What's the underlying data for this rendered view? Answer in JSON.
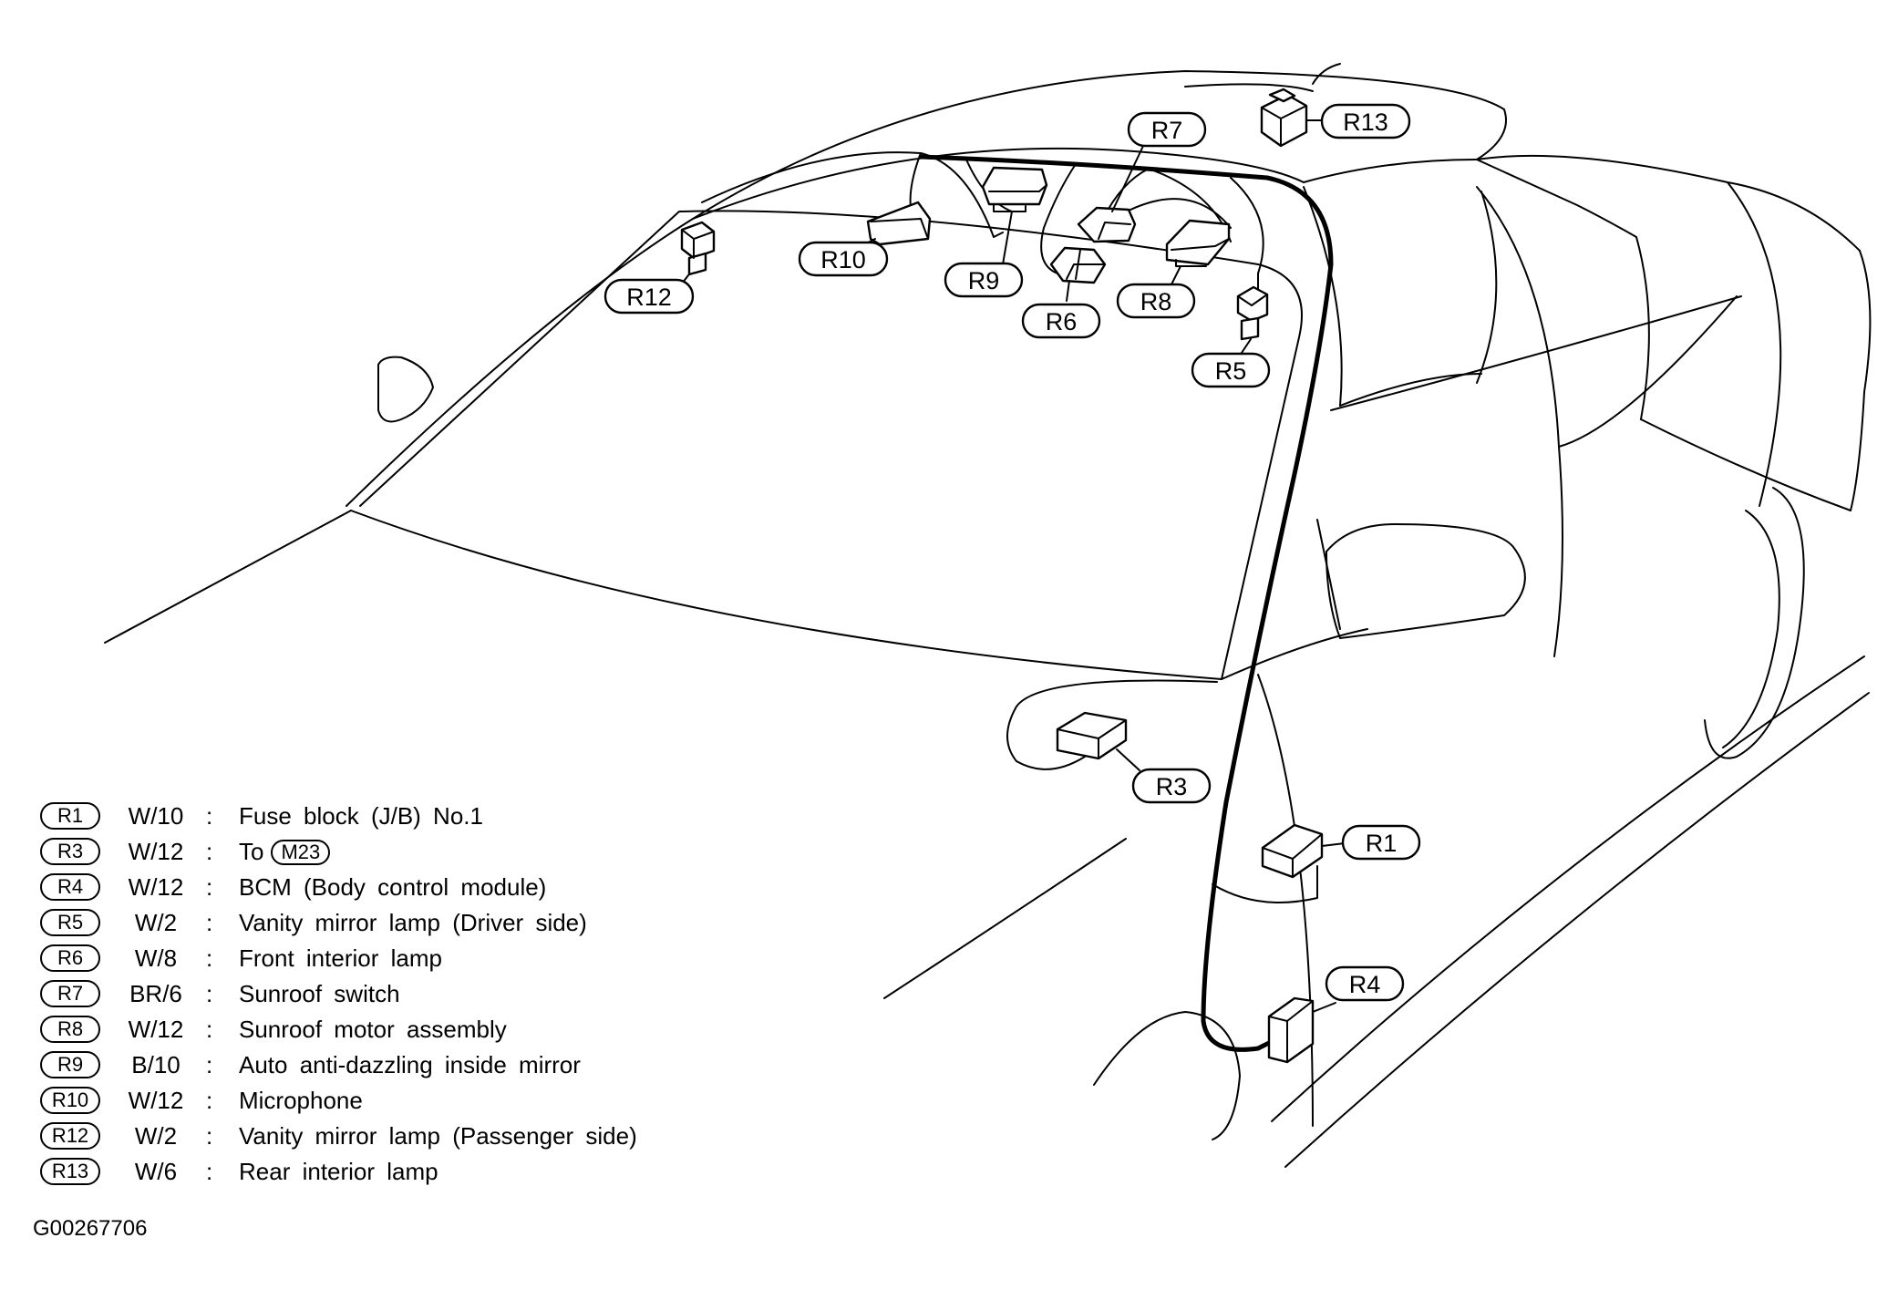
{
  "diagram": {
    "callouts": [
      {
        "id": "R1",
        "label": "R1"
      },
      {
        "id": "R3",
        "label": "R3"
      },
      {
        "id": "R4",
        "label": "R4"
      },
      {
        "id": "R5",
        "label": "R5"
      },
      {
        "id": "R6",
        "label": "R6"
      },
      {
        "id": "R7",
        "label": "R7"
      },
      {
        "id": "R8",
        "label": "R8"
      },
      {
        "id": "R9",
        "label": "R9"
      },
      {
        "id": "R10",
        "label": "R10"
      },
      {
        "id": "R12",
        "label": "R12"
      },
      {
        "id": "R13",
        "label": "R13"
      }
    ]
  },
  "legend": [
    {
      "ref": "R1",
      "wire": "W/10",
      "desc": "Fuse block (J/B) No.1"
    },
    {
      "ref": "R3",
      "wire": "W/12",
      "desc": "To",
      "link": "M23"
    },
    {
      "ref": "R4",
      "wire": "W/12",
      "desc": "BCM (Body control module)"
    },
    {
      "ref": "R5",
      "wire": "W/2",
      "desc": "Vanity mirror lamp (Driver side)"
    },
    {
      "ref": "R6",
      "wire": "W/8",
      "desc": "Front interior lamp"
    },
    {
      "ref": "R7",
      "wire": "BR/6",
      "desc": "Sunroof switch"
    },
    {
      "ref": "R8",
      "wire": "W/12",
      "desc": "Sunroof motor assembly"
    },
    {
      "ref": "R9",
      "wire": "B/10",
      "desc": "Auto anti-dazzling inside mirror"
    },
    {
      "ref": "R10",
      "wire": "W/12",
      "desc": "Microphone"
    },
    {
      "ref": "R12",
      "wire": "W/2",
      "desc": "Vanity mirror lamp (Passenger side)"
    },
    {
      "ref": "R13",
      "wire": "W/6",
      "desc": "Rear interior lamp"
    }
  ],
  "colon": ":",
  "figure_code": "G00267706"
}
